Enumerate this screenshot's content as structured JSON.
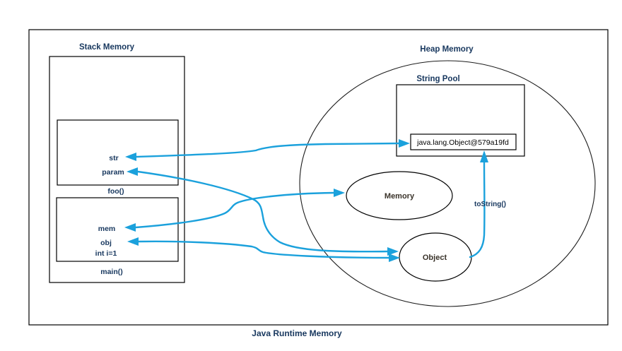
{
  "title": "Java Runtime Memory",
  "stack": {
    "label": "Stack Memory",
    "frames": [
      {
        "name": "foo()",
        "vars": [
          "str",
          "param"
        ]
      },
      {
        "name": "main()",
        "vars": [
          "mem",
          "obj",
          "int i=1"
        ]
      }
    ]
  },
  "heap": {
    "label": "Heap Memory",
    "string_pool": {
      "label": "String Pool",
      "entry": "java.lang.Object@579a19fd"
    },
    "objects": [
      "Memory",
      "Object"
    ]
  },
  "connections": [
    {
      "from": "str",
      "to": "java.lang.Object@579a19fd",
      "style": "double-arrow",
      "label": ""
    },
    {
      "from": "param",
      "to": "Object",
      "style": "double-arrow",
      "label": ""
    },
    {
      "from": "mem",
      "to": "Memory",
      "style": "double-arrow",
      "label": ""
    },
    {
      "from": "obj",
      "to": "Object",
      "style": "double-arrow",
      "label": ""
    },
    {
      "from": "Object",
      "to": "java.lang.Object@579a19fd",
      "style": "arrow",
      "label": "toString()"
    }
  ],
  "colors": {
    "arrow": "#1BA1DC",
    "label_text": "#17375E",
    "shape_text": "#3A332A",
    "outline": "#000000",
    "background": "#FFFFFF"
  }
}
